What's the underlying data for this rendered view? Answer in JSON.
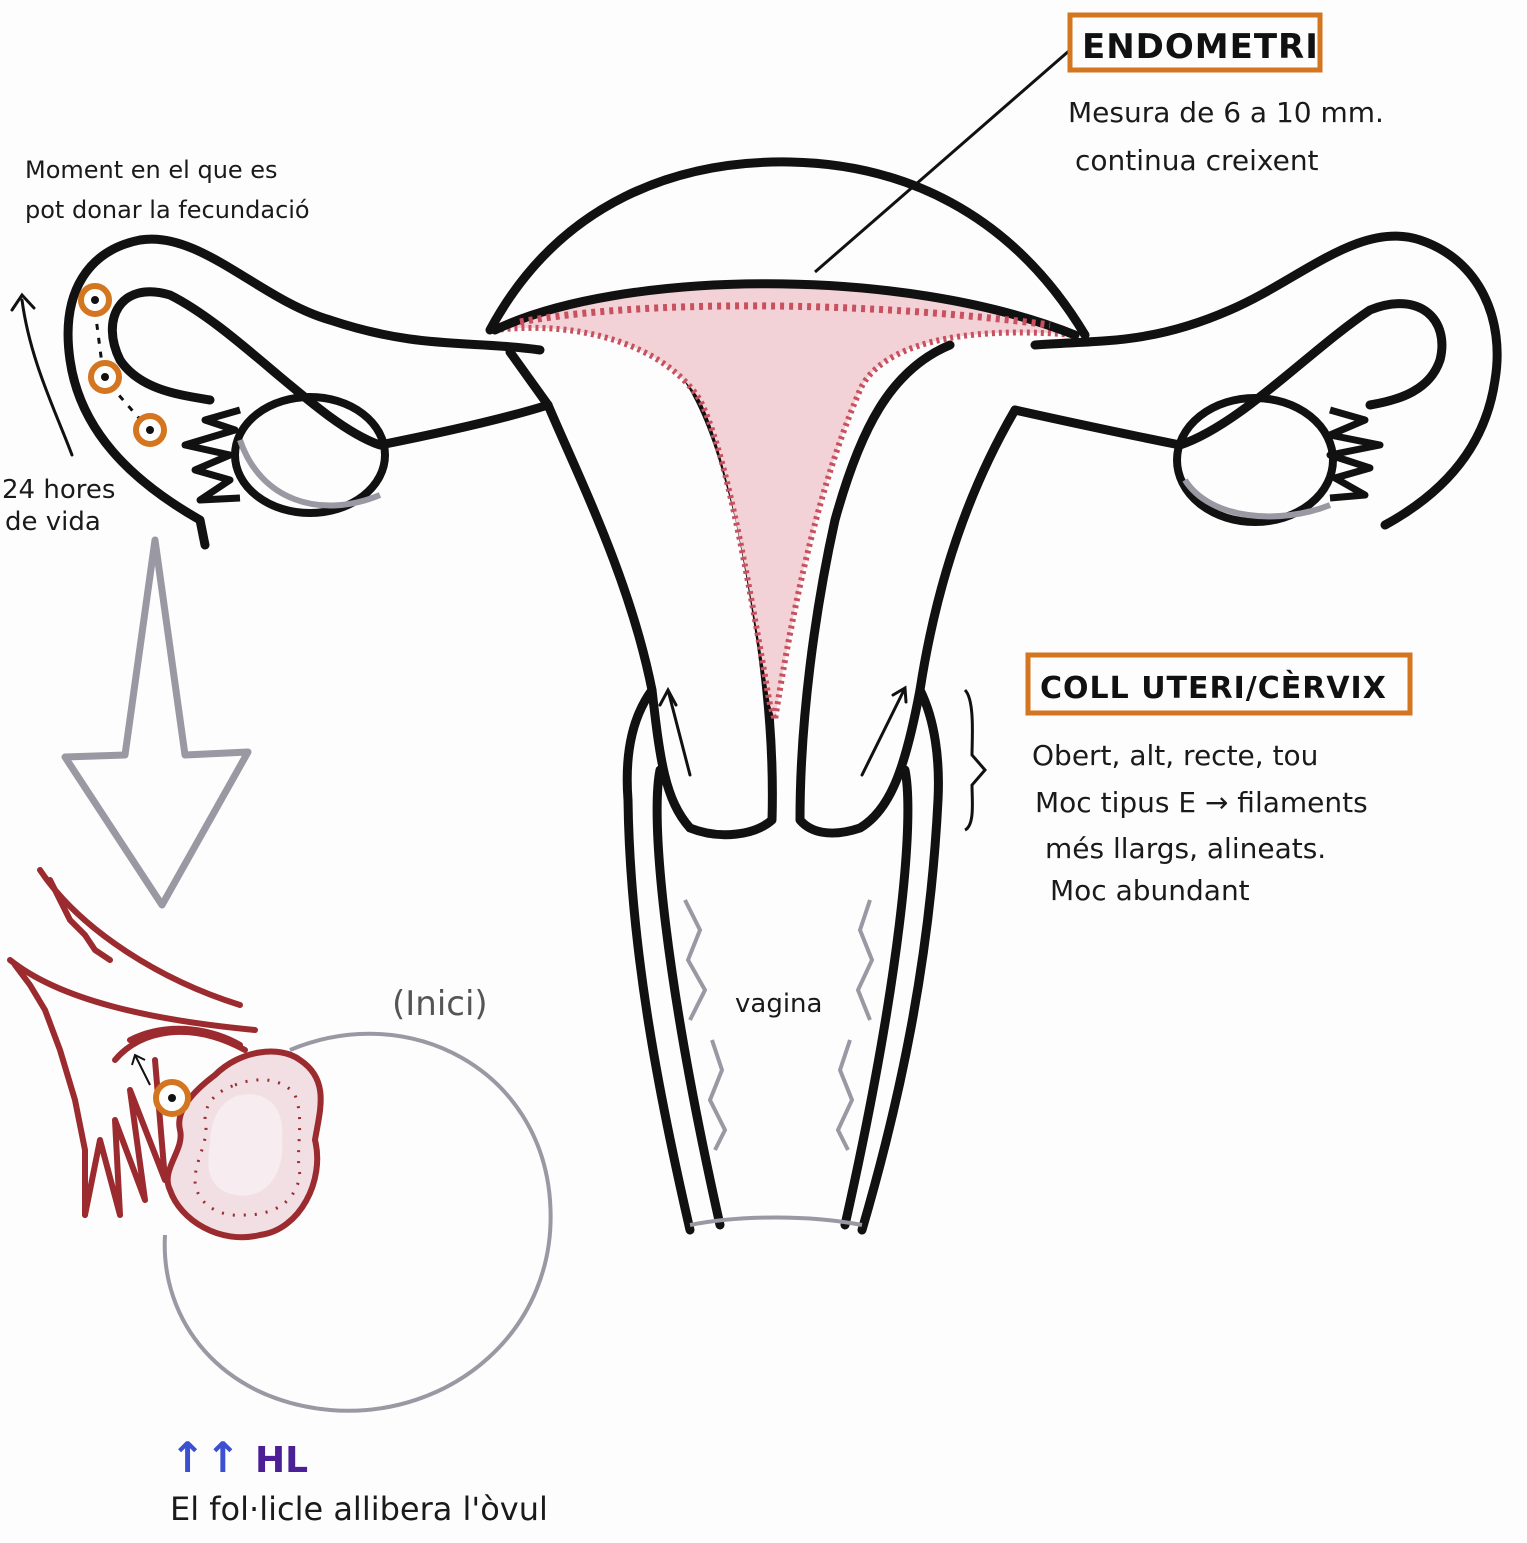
{
  "labels": {
    "endometri_title": "ENDOMETRI",
    "endometri_line1": "Mesura de 6 a 10 mm.",
    "endometri_line2": "continua creixent",
    "fecundacio_line1": "Moment en el que es",
    "fecundacio_line2": "pot donar la fecundació",
    "hores_line1": "24 hores",
    "hores_line2": "de vida",
    "cervix_title": "COLL UTERI/CÈRVIX",
    "cervix_line1": "Obert, alt, recte, tou",
    "cervix_line2": "Moc tipus E → filaments",
    "cervix_line3": "més llargs, alineats.",
    "cervix_line4": "Moc abundant",
    "vagina": "vagina",
    "inici": "(Inici)",
    "hl_arrows": "↑↑",
    "hl": "HL",
    "follicle": "El fol·licle allibera l'òvul"
  },
  "colors": {
    "outline": "#111111",
    "endometrium": "#c8505f",
    "endometrium_fill": "#f2d2d6",
    "label_box": "#d4751f",
    "egg": "#d4751f",
    "gray_pencil": "#9a98a2",
    "follicle": "#9b2b2e",
    "follicle_fill": "#f1dfe3",
    "hl_arrows": "#3b4fd0",
    "hl_text": "#4b1f96"
  }
}
